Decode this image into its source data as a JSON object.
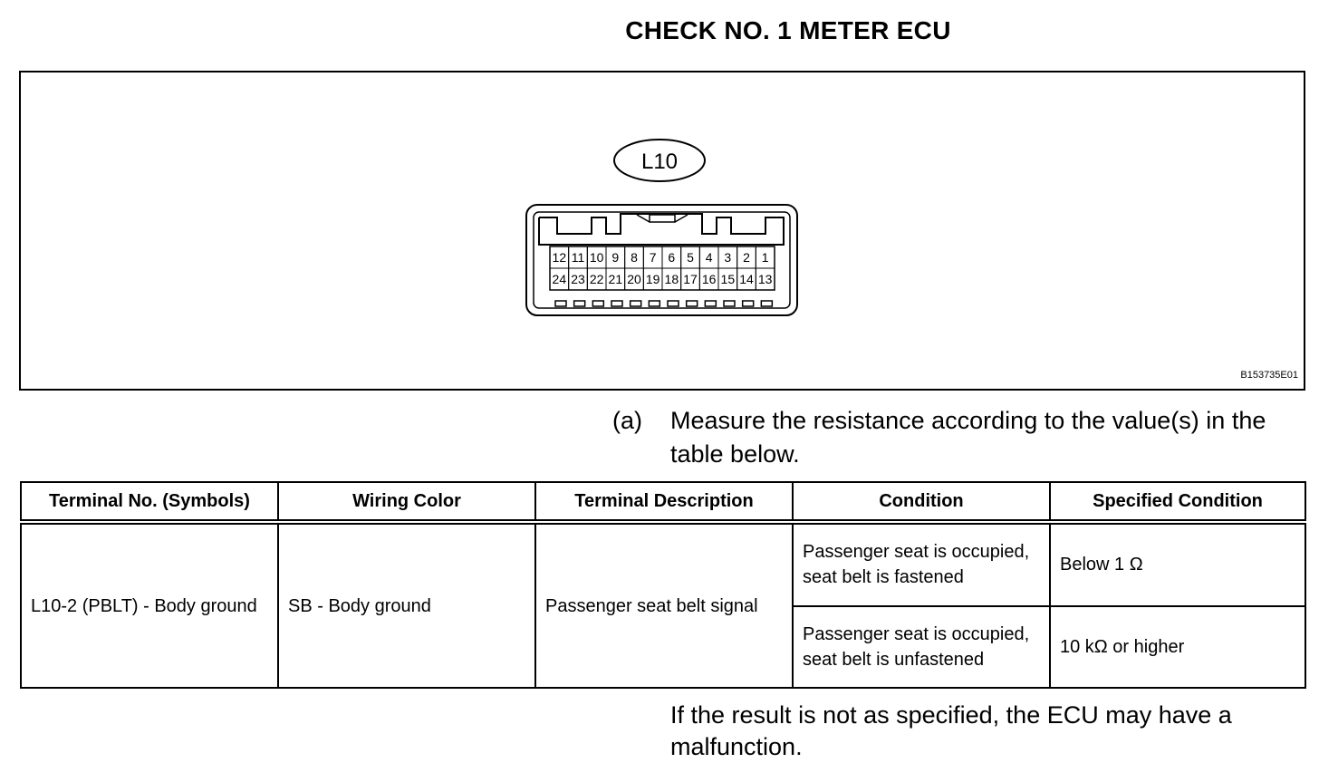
{
  "title": "CHECK NO. 1 METER ECU",
  "figure": {
    "connector_label": "L10",
    "pin_row_top": [
      "12",
      "11",
      "10",
      "9",
      "8",
      "7",
      "6",
      "5",
      "4",
      "3",
      "2",
      "1"
    ],
    "pin_row_bottom": [
      "24",
      "23",
      "22",
      "21",
      "20",
      "19",
      "18",
      "17",
      "16",
      "15",
      "14",
      "13"
    ],
    "figure_id": "B153735E01"
  },
  "step": {
    "marker": "(a)",
    "text": "Measure the resistance according to the value(s) in the table below."
  },
  "table": {
    "headers": [
      "Terminal No. (Symbols)",
      "Wiring Color",
      "Terminal Description",
      "Condition",
      "Specified Condition"
    ],
    "terminal": "L10-2 (PBLT) - Body ground",
    "wiring_color": "SB - Body ground",
    "description": "Passenger seat belt signal",
    "rows": [
      {
        "condition": "Passenger seat is occupied, seat belt is fastened",
        "specified": "Below 1 Ω"
      },
      {
        "condition": "Passenger seat is occupied, seat belt is unfastened",
        "specified": "10 kΩ or higher"
      }
    ]
  },
  "result_note": "If the result is not as specified, the ECU may have a malfunction."
}
